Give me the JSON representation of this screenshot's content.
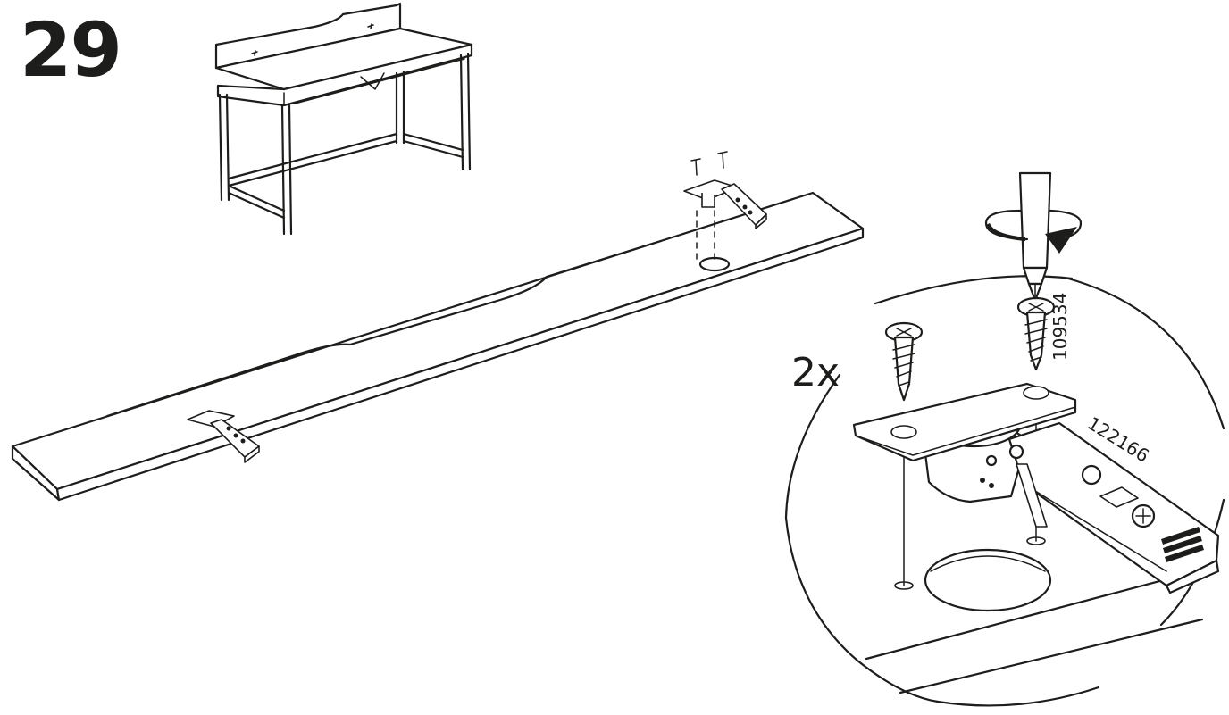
{
  "step": {
    "number": "29"
  },
  "detail": {
    "quantity": "2x",
    "screw_part_number": "109534",
    "hinge_part_number": "122166"
  },
  "icons": {
    "rotation": "clockwise-rotation-arrow-icon",
    "screwdriver": "screwdriver-icon",
    "screw": "screw-icon",
    "hinge": "cabinet-hinge-icon",
    "desk": "desk-overview-icon"
  },
  "colors": {
    "line": "#1d1d1b",
    "background": "#ffffff"
  }
}
